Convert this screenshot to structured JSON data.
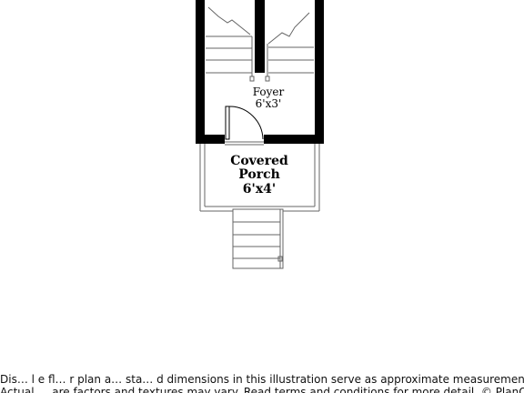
{
  "floorplan": {
    "rooms": [
      {
        "id": "foyer",
        "name": "Foyer",
        "dimensions": "6'x3'"
      },
      {
        "id": "porch",
        "name_line1": "Covered",
        "name_line2": "Porch",
        "dimensions": "6'x4'"
      }
    ]
  },
  "disclaimer": {
    "line1": "Dis… l e fl… r plan a… sta… d dimensions in this illustration serve as approximate measurements",
    "line2": "Actual … are factors and textures may vary. Read terms and conditions for more detail. © PlanOmatic"
  },
  "colors": {
    "wall": "#000000",
    "line": "#666666",
    "background": "#ffffff"
  }
}
